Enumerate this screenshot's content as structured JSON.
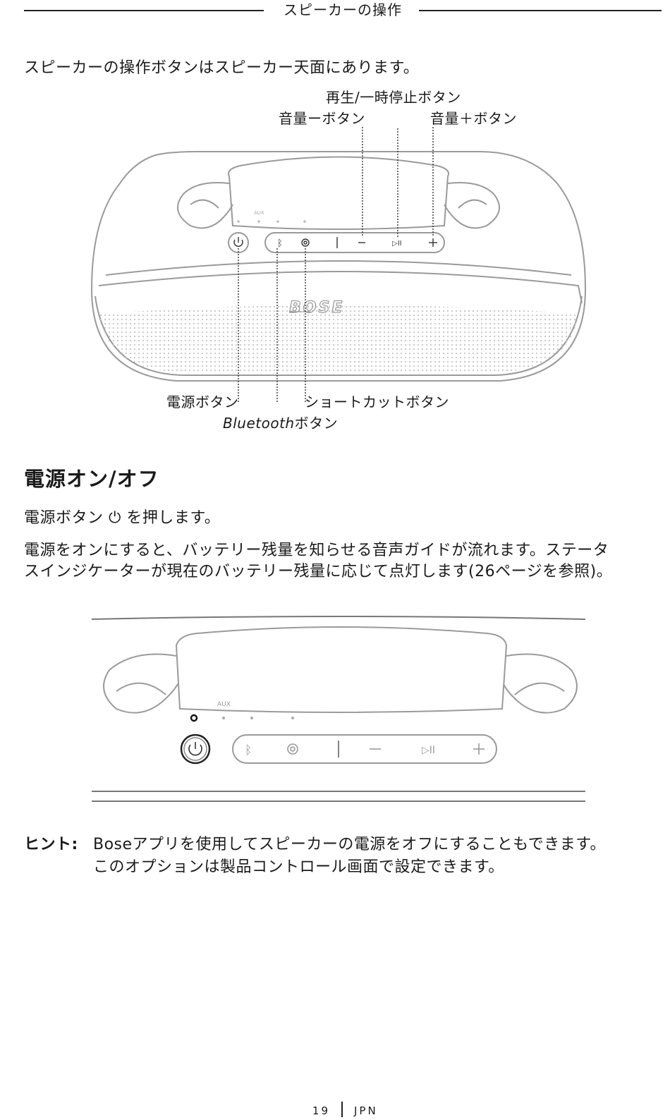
{
  "header": {
    "title": "スピーカーの操作"
  },
  "intro": "スピーカーの操作ボタンはスピーカー天面にあります。",
  "diagram1": {
    "callout_play_pause": "再生/一時停止ボタン",
    "callout_vol_down": "音量ーボタン",
    "callout_vol_up": "音量＋ボタン",
    "callout_power": "電源ボタン",
    "callout_shortcut": "ショートカットボタン",
    "callout_bt_italic": "Bluetooth",
    "callout_bt_suffix": "ボタン",
    "aux_label": "AUX",
    "logo_text": "BOSE"
  },
  "section": {
    "heading": "電源オン/オフ",
    "step_before": "電源ボタン",
    "step_icon": "⏻",
    "step_after": "を押します。",
    "para_line1": "電源をオンにすると、バッテリー残量を知らせる音声ガイドが流れます。ステータ",
    "para_line2": "スインジケーターが現在のバッテリー残量に応じて点灯します(26ページを参照)。"
  },
  "diagram2": {
    "aux_label": "AUX"
  },
  "tip": {
    "label": "ヒント:",
    "line1": "Boseアプリを使用してスピーカーの電源をオフにすることもできます。",
    "line2": "このオプションは製品コントロール画面で設定できます。"
  },
  "footer": {
    "page": "19",
    "lang": "JPN"
  }
}
